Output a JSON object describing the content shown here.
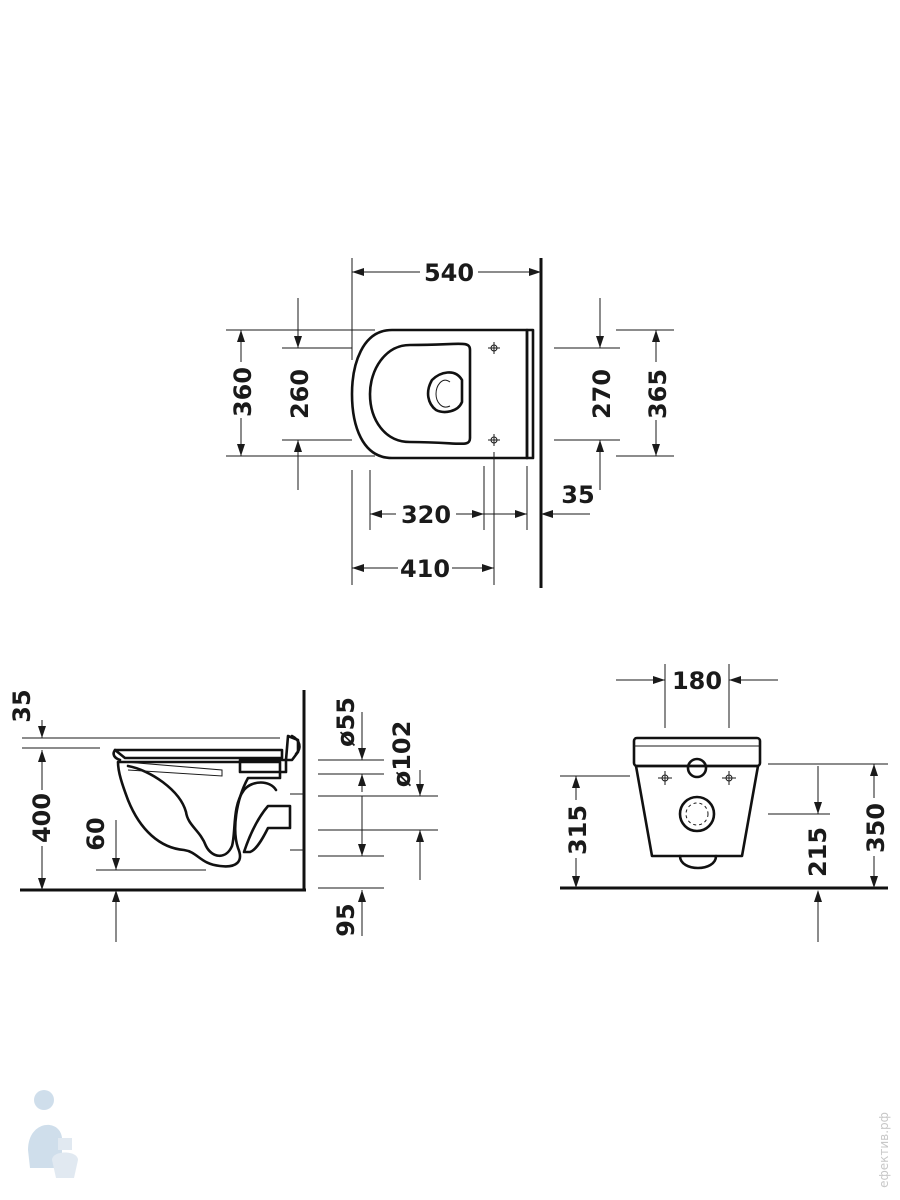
{
  "top_view": {
    "width_overall": "540",
    "seat_width": "360",
    "bowl_width": "260",
    "fixing_spacing": "270",
    "back_width": "365",
    "wall_offset": "35",
    "bowl_length": "320",
    "fixing_depth": "410"
  },
  "side_view": {
    "seat_thickness": "35",
    "rim_height": "400",
    "floor_to_spout": "60",
    "water_inlet": "ø55",
    "waste_outlet": "ø102",
    "outlet_offset": "95"
  },
  "back_view": {
    "fixing_width": "180",
    "inlet_height": "315",
    "outlet_height": "215",
    "top_height": "350"
  },
  "watermark": {
    "text": "ефектив.рф"
  }
}
